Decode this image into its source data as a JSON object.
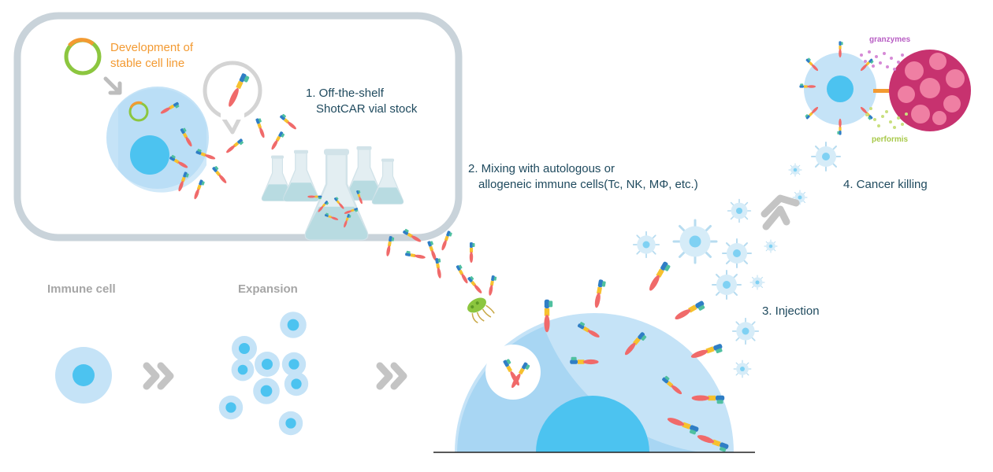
{
  "labels": {
    "stable_line": [
      "Development of",
      "stable cell line"
    ],
    "vial_stock": [
      "1. Off-the-shelf",
      "ShotCAR vial stock"
    ],
    "mixing": [
      "2. Mixing with autologous or",
      "allogeneic immune cells(Tc, NK, MΦ, etc.)"
    ],
    "injection": "3. Injection",
    "cancer_killing": "4. Cancer killing",
    "granzymes": "granzymes",
    "performis": "performis",
    "immune_cell": "Immune cell",
    "expansion": "Expansion"
  },
  "colors": {
    "cell_light": "#c5e3f7",
    "cell_mid": "#a8d6f3",
    "nucleus": "#4cc3f0",
    "frame": "#c9d3da",
    "arrow_gray": "#bdbdbd",
    "cancer": "#c7326f",
    "cancer_light": "#ef7fa3",
    "plasmid_green": "#8cc63f",
    "plasmid_orange": "#f39a32",
    "bacteria": "#8cc63f",
    "flask": "#dbe9ee",
    "flask_liquid": "#b8dbe1"
  },
  "icons": [
    "plasmid-icon",
    "gray-arrow-icon",
    "speech-bubble-icon",
    "flask-icon",
    "car-molecule-icon",
    "bacteriophage-icon",
    "chevron-right-icon",
    "virus-icon",
    "cancer-cell-icon"
  ]
}
